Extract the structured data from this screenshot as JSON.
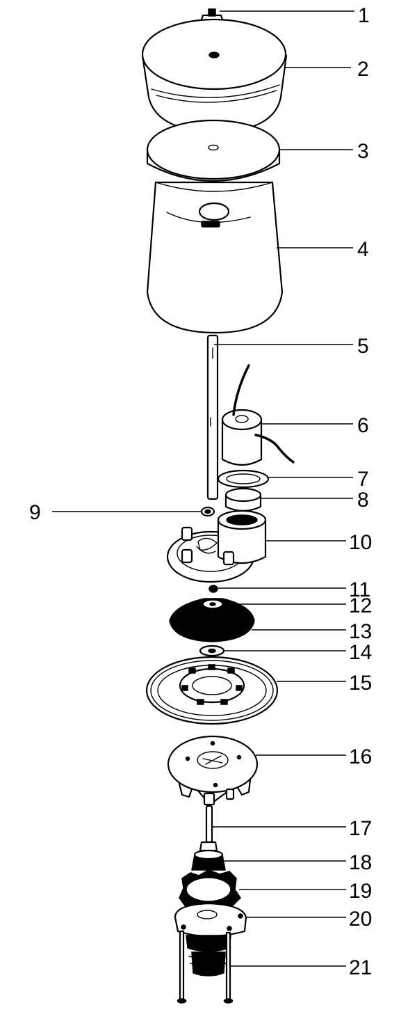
{
  "callouts": [
    {
      "id": 1,
      "label": "1"
    },
    {
      "id": 2,
      "label": "2"
    },
    {
      "id": 3,
      "label": "3"
    },
    {
      "id": 4,
      "label": "4"
    },
    {
      "id": 5,
      "label": "5"
    },
    {
      "id": 6,
      "label": "6"
    },
    {
      "id": 7,
      "label": "7"
    },
    {
      "id": 8,
      "label": "8"
    },
    {
      "id": 9,
      "label": "9"
    },
    {
      "id": 10,
      "label": "10"
    },
    {
      "id": 11,
      "label": "11"
    },
    {
      "id": 12,
      "label": "12"
    },
    {
      "id": 13,
      "label": "13"
    },
    {
      "id": 14,
      "label": "14"
    },
    {
      "id": 15,
      "label": "15"
    },
    {
      "id": 16,
      "label": "16"
    },
    {
      "id": 17,
      "label": "17"
    },
    {
      "id": 18,
      "label": "18"
    },
    {
      "id": 19,
      "label": "19"
    },
    {
      "id": 20,
      "label": "20"
    },
    {
      "id": 21,
      "label": "21"
    }
  ],
  "colors": {
    "ink": "#000000",
    "paper": "#ffffff"
  }
}
